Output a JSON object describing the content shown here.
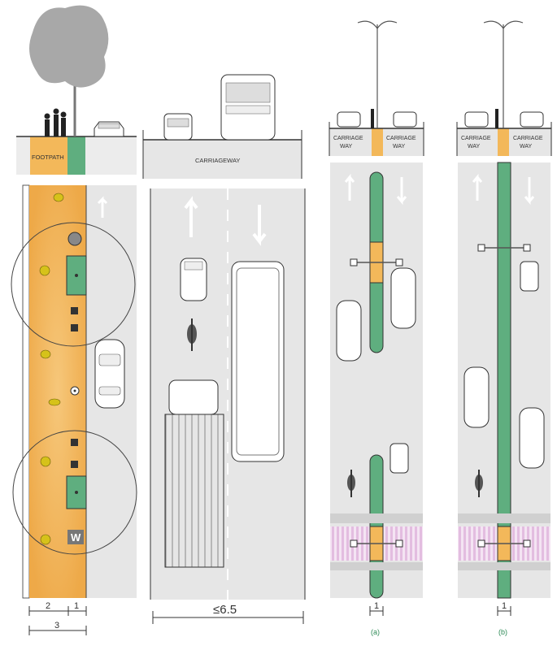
{
  "panels": {
    "footpath": {
      "section_label": "FOOTPATH",
      "bin_label": "W",
      "dims": [
        "2",
        "1",
        "3"
      ]
    },
    "carriageway": {
      "section_label": "CARRIAGEWAY",
      "dim": "≤6.5"
    },
    "median_a": {
      "left_label": [
        "CARRIAGE",
        "WAY"
      ],
      "right_label": [
        "CARRIAGE",
        "WAY"
      ],
      "dim": "1",
      "caption": "(a)"
    },
    "median_b": {
      "left_label": [
        "CARRIAGE",
        "WAY"
      ],
      "right_label": [
        "CARRIAGE",
        "WAY"
      ],
      "dim": "1",
      "caption": "(b)"
    }
  },
  "colors": {
    "road": "#e6e6e6",
    "footpath": "#f3b85a",
    "green_strip": "#5fae7f",
    "crossing_pink": "#e3bde0",
    "person": "#d6c21a"
  }
}
